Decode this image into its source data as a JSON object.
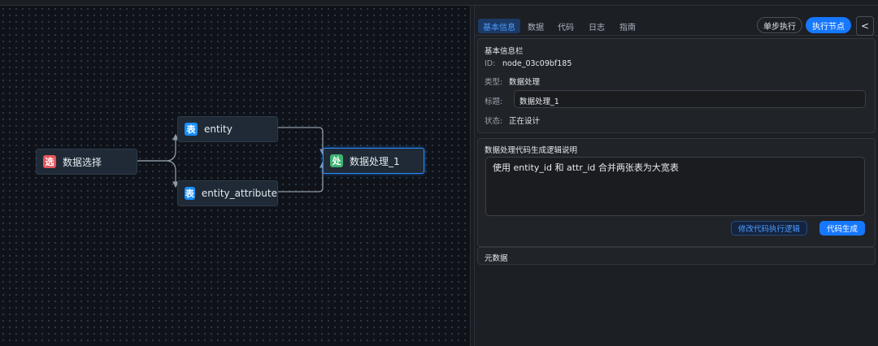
{
  "nodes": {
    "select": {
      "badge": "选",
      "label": "数据选择",
      "color": "#e8545a"
    },
    "entity": {
      "badge": "表",
      "label": "entity",
      "color": "#1890ff"
    },
    "entity_attribute": {
      "badge": "表",
      "label": "entity_attribute",
      "color": "#1890ff"
    },
    "process": {
      "badge": "处",
      "label": "数据处理_1",
      "color": "#3cb371"
    }
  },
  "panel": {
    "tabs": [
      "基本信息",
      "数据",
      "代码",
      "日志",
      "指南"
    ],
    "step_run": "单步执行",
    "run_node": "执行节点",
    "collapse": "<",
    "basic": {
      "title": "基本信息栏",
      "id_label": "ID:",
      "id_value": "node_03c09bf185",
      "type_label": "类型:",
      "type_value": "数据处理",
      "title_label": "标题:",
      "title_value": "数据处理_1",
      "status_label": "状态:",
      "status_value": "正在设计"
    },
    "logic": {
      "title": "数据处理代码生成逻辑说明",
      "text": "使用 entity_id 和 attr_id 合并两张表为大宽表",
      "modify_button": "修改代码执行逻辑",
      "generate_button": "代码生成"
    },
    "meta": {
      "title": "元数据"
    }
  },
  "colors": {
    "accent": "#1677ff",
    "active_tab_bg": "#1b3a66",
    "node_active_border": "#2a8cff"
  }
}
